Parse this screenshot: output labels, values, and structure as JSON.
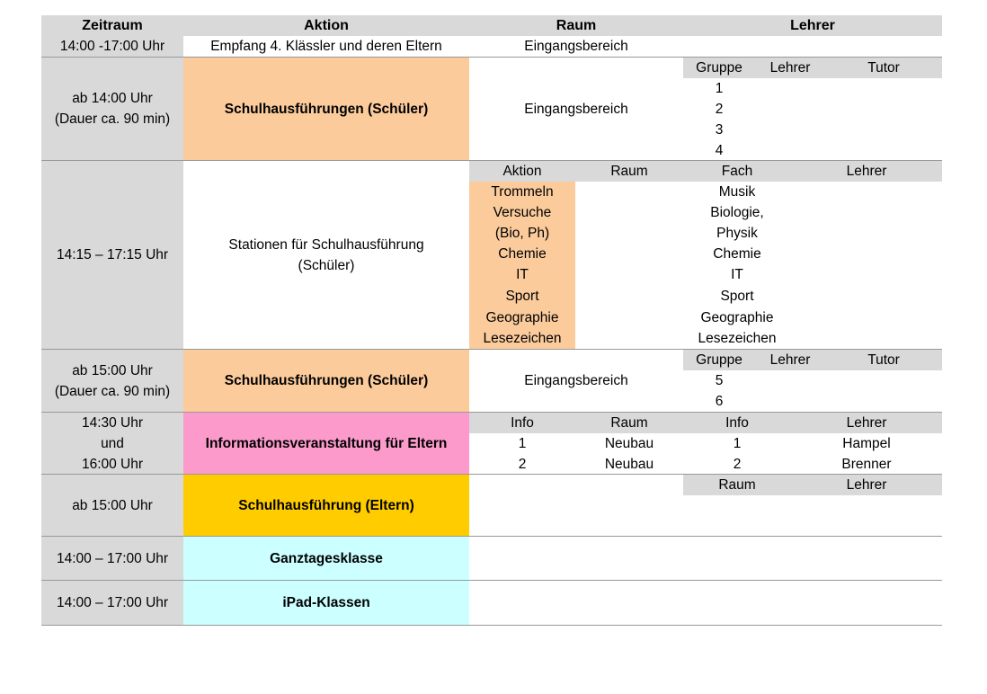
{
  "header": {
    "zeitraum": "Zeitraum",
    "aktion": "Aktion",
    "raum": "Raum",
    "lehrer": "Lehrer"
  },
  "rows": {
    "empfang": {
      "time": "14:00 -17:00 Uhr",
      "action": "Empfang 4. Klässler und deren Eltern",
      "room": "Eingangsbereich"
    },
    "fuehrung1": {
      "time_line1": "ab 14:00 Uhr",
      "time_line2": "(Dauer ca. 90 min)",
      "action": "Schulhausführungen (Schüler)",
      "room": "Eingangsbereich",
      "sub_header": {
        "gruppe": "Gruppe",
        "lehrer": "Lehrer",
        "tutor": "Tutor"
      },
      "groups": [
        "1",
        "2",
        "3",
        "4"
      ]
    },
    "stationen": {
      "time": "14:15 – 17:15 Uhr",
      "action_line1": "Stationen für Schulhausführung",
      "action_line2": "(Schüler)",
      "sub_header": {
        "aktion": "Aktion",
        "raum": "Raum",
        "fach": "Fach",
        "lehrer": "Lehrer"
      },
      "stations": [
        "Trommeln",
        "Versuche",
        "(Bio, Ph)",
        "Chemie",
        "IT",
        "Sport",
        "Geographie",
        "Lesezeichen"
      ],
      "subjects": [
        "Musik",
        "Biologie,",
        "Physik",
        "Chemie",
        "IT",
        "Sport",
        "Geographie",
        "Lesezeichen"
      ]
    },
    "fuehrung2": {
      "time_line1": "ab 15:00 Uhr",
      "time_line2": "(Dauer ca. 90 min)",
      "action": "Schulhausführungen (Schüler)",
      "room": "Eingangsbereich",
      "sub_header": {
        "gruppe": "Gruppe",
        "lehrer": "Lehrer",
        "tutor": "Tutor"
      },
      "groups": [
        "5",
        "6"
      ]
    },
    "info": {
      "time_line1": "14:30 Uhr",
      "time_line2": "und",
      "time_line3": "16:00 Uhr",
      "action": "Informationsveranstaltung für Eltern",
      "sub_header": {
        "info": "Info",
        "raum": "Raum",
        "info2": "Info",
        "lehrer": "Lehrer"
      },
      "entries": [
        {
          "info": "1",
          "raum": "Neubau",
          "info2": "1",
          "lehrer": "Hampel"
        },
        {
          "info": "2",
          "raum": "Neubau",
          "info2": "2",
          "lehrer": "Brenner"
        }
      ]
    },
    "eltern": {
      "time": "ab 15:00 Uhr",
      "action": "Schulhausführung (Eltern)",
      "sub_header": {
        "raum": "Raum",
        "lehrer": "Lehrer"
      }
    },
    "ganztag": {
      "time": "14:00 – 17:00 Uhr",
      "action": "Ganztagesklasse"
    },
    "ipad": {
      "time": "14:00 – 17:00 Uhr",
      "action": "iPad-Klassen"
    }
  },
  "colors": {
    "gray": "#d9d9d9",
    "orange": "#fbcb9c",
    "pink": "#fc9acb",
    "yellow": "#ffcc00",
    "cyan": "#ccffff"
  }
}
